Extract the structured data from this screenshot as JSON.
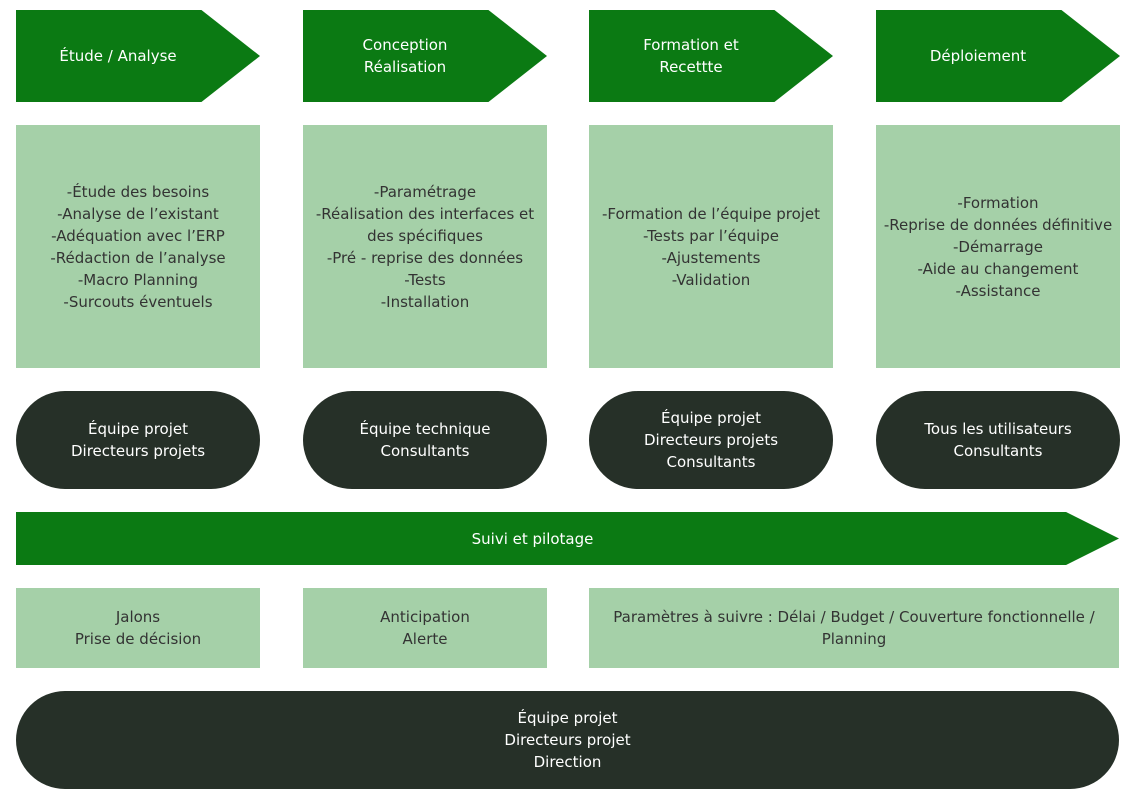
{
  "phases": [
    {
      "header": [
        "Étude / Analyse"
      ],
      "tasks": [
        "-Étude des besoins",
        "-Analyse de l’existant",
        "-Adéquation avec l’ERP",
        "-Rédaction de l’analyse",
        "-Macro Planning",
        "-Surcouts éventuels"
      ],
      "actors": [
        "Équipe projet",
        "Directeurs projets"
      ]
    },
    {
      "header": [
        "Conception",
        "Réalisation"
      ],
      "tasks": [
        "-Paramétrage",
        "-Réalisation des interfaces et",
        "des spécifiques",
        "-Pré - reprise des données",
        "-Tests",
        "-Installation"
      ],
      "actors": [
        "Équipe technique",
        "Consultants"
      ]
    },
    {
      "header": [
        "Formation et",
        "Recettte"
      ],
      "tasks": [
        "-Formation de l’équipe projet",
        "-Tests par l’équipe",
        "-Ajustements",
        "-Validation"
      ],
      "actors": [
        "Équipe projet",
        "Directeurs projets",
        "Consultants"
      ]
    },
    {
      "header": [
        "Déploiement"
      ],
      "tasks": [
        "-Formation",
        "-Reprise de données définitive",
        "-Démarrage",
        "-Aide au changement",
        "-Assistance"
      ],
      "actors": [
        "Tous les utilisateurs",
        "Consultants"
      ]
    }
  ],
  "monitoring": {
    "title": "Suivi et pilotage",
    "boxes": [
      [
        "Jalons",
        "Prise de décision"
      ],
      [
        "Anticipation",
        "Alerte"
      ],
      [
        "Paramètres à suivre : Délai / Budget / Couverture fonctionnelle /",
        "Planning"
      ]
    ],
    "actors": [
      "Équipe projet",
      "Directeurs projet",
      "Direction"
    ]
  }
}
